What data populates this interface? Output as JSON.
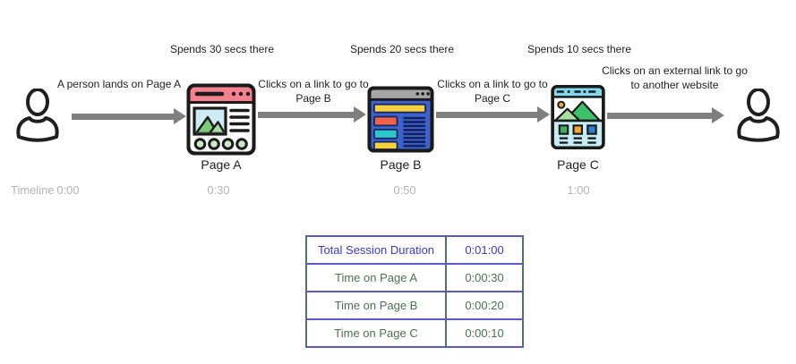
{
  "diagram": {
    "spend_labels": [
      "Spends 30 secs there",
      "Spends 20 secs there",
      "Spends 10 secs there"
    ],
    "actions": {
      "land": "A person lands on Page A",
      "to_page_b": "Clicks on a link to go to Page B",
      "to_page_c": "Clicks on a link to go to Page C",
      "external": "Clicks on an external link to go to another website"
    },
    "page_labels": [
      "Page A",
      "Page B",
      "Page C"
    ],
    "icons": [
      "user-icon",
      "webpage-a-icon",
      "webpage-b-icon",
      "webpage-c-icon",
      "arrow-right-icon"
    ]
  },
  "timeline": {
    "label": "Timeline",
    "ticks": [
      "0:00",
      "0:30",
      "0:50",
      "1:00"
    ]
  },
  "summary_table": {
    "rows": [
      {
        "label": "Total Session Duration",
        "value": "0:01:00"
      },
      {
        "label": "Time on Page A",
        "value": "0:00:30"
      },
      {
        "label": "Time on Page B",
        "value": "0:00:20"
      },
      {
        "label": "Time on Page C",
        "value": "0:00:10"
      }
    ]
  },
  "colors": {
    "arrow": "#7f7f7f",
    "timeline_text": "#b4b4b4",
    "table_header_text": "#3939cf",
    "table_row_text": "#4e7152",
    "table_border_horizontal": "#5a5ac8",
    "table_border_vertical": "#567455",
    "page_a_header": "#f5808e",
    "page_b_body": "#3d62c9",
    "page_c_header": "#7fd7f0"
  }
}
